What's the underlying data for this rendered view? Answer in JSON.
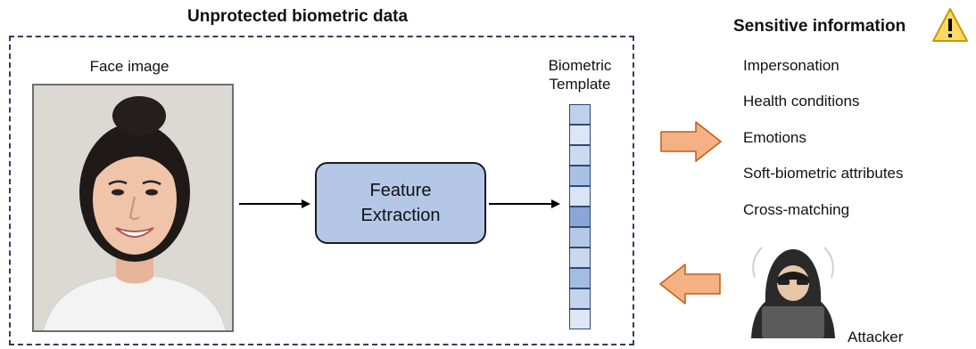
{
  "title": "Unprotected biometric data",
  "face_label": "Face image",
  "feature_box_line1": "Feature",
  "feature_box_line2": "Extraction",
  "template_label_line1": "Biometric",
  "template_label_line2": "Template",
  "template_cells": [
    {
      "color": "#bdd0ec"
    },
    {
      "color": "#dde6f4"
    },
    {
      "color": "#cdd9ee"
    },
    {
      "color": "#a9c1e4"
    },
    {
      "color": "#dbe4f3"
    },
    {
      "color": "#8aa6d6"
    },
    {
      "color": "#b6c8e8"
    },
    {
      "color": "#cbd7ee"
    },
    {
      "color": "#a4bce3"
    },
    {
      "color": "#c5d4ed"
    },
    {
      "color": "#dfe7f5"
    }
  ],
  "sensitive": {
    "title": "Sensitive information",
    "items": [
      "Impersonation",
      "Health conditions",
      "Emotions",
      "Soft-biometric attributes",
      "Cross-matching"
    ]
  },
  "attacker_label": "Attacker",
  "colors": {
    "dash_border": "#2e3f5e",
    "feature_fill": "#b4c7e7",
    "arrow_fill": "#f4b183",
    "arrow_stroke": "#c55a11",
    "warning_fill": "#ffd966"
  }
}
